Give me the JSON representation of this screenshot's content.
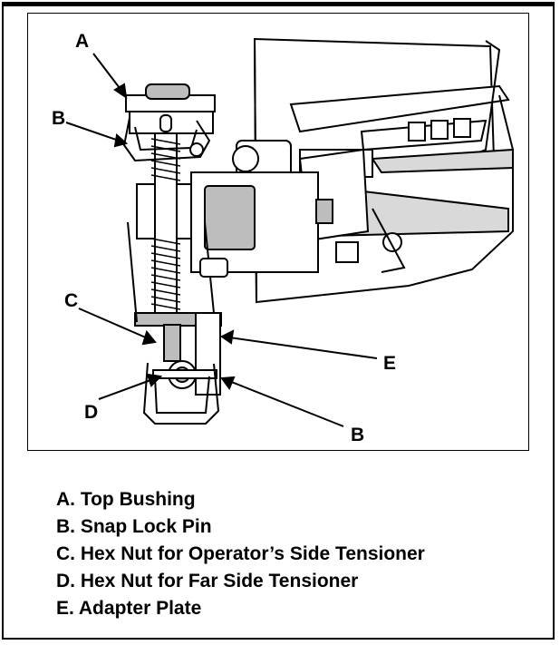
{
  "figure": {
    "callouts": {
      "a": "A",
      "b_top": "B",
      "c": "C",
      "d": "D",
      "e": "E",
      "b_bottom": "B"
    }
  },
  "legend": [
    {
      "text": "A. Top Bushing"
    },
    {
      "text": "B. Snap Lock Pin"
    },
    {
      "text": "C. Hex Nut for Operator’s Side Tensioner"
    },
    {
      "text": "D. Hex Nut for Far Side Tensioner"
    },
    {
      "text": "E. Adapter Plate"
    }
  ],
  "colors": {
    "ink": "#000000",
    "shade": "#bdbdbd",
    "light_shade": "#d9d9d9",
    "paper": "#ffffff"
  }
}
